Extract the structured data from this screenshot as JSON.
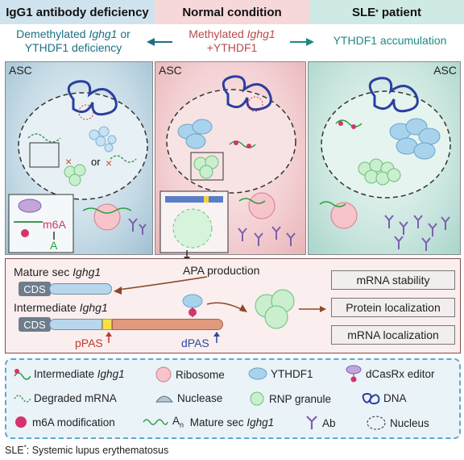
{
  "headers": {
    "left": "IgG1 antibody deficiency",
    "middle": "Normal condition",
    "right_main": "SLE",
    "right_sup": "*",
    "right_rest": " patient"
  },
  "subtitles": {
    "left_line1_pre": "Demethylated ",
    "left_line1_gene": "Ighg1",
    "left_line1_post": " or",
    "left_line2": "YTHDF1 deficiency",
    "middle_line1_pre": "Methylated ",
    "middle_line1_gene": "Ighg1",
    "middle_line2": "+YTHDF1",
    "right": "YTHDF1 accumulation"
  },
  "panels": {
    "asc_label": "ASC",
    "or_label": "or",
    "m6a_label": "m6A",
    "a_label": "A"
  },
  "mechanism": {
    "apa_production": "APA production",
    "mature_pre": "Mature sec ",
    "mature_gene": "Ighg1",
    "intermediate_gene": "Ighg1",
    "intermediate_pre": "Intermediate ",
    "cds": "CDS",
    "ppas": "pPAS",
    "dpas": "dPAS",
    "features": [
      "mRNA stability",
      "Protein localization",
      "mRNA localization"
    ]
  },
  "legend": {
    "intermediate_pre": "Intermediate ",
    "intermediate_gene": "Ighg1",
    "ribosome": "Ribosome",
    "ythdf1": "YTHDF1",
    "dcasrx": "dCasRx editor",
    "degraded": "Degraded mRNA",
    "nuclease": "Nuclease",
    "rnp": "RNP granule",
    "dna": "DNA",
    "m6a_mod": "m6A modification",
    "an_a": "A",
    "an_n": "n",
    "mature_pre": " Mature sec ",
    "mature_gene": "Ighg1",
    "ab": "Ab",
    "nucleus": "Nucleus"
  },
  "footnote": {
    "abbr": "SLE",
    "sup": "*",
    "text": ": Systemic lupus erythematosus"
  },
  "colors": {
    "left_header": "#cfe3ef",
    "middle_header": "#f6d7da",
    "right_header": "#cfe9e4",
    "m6a": "#d6336c",
    "ythdf1": "#a9d3ec",
    "rnp": "#c9efcf",
    "dna": "#2a3fa0",
    "antibody": "#7c5fb0"
  }
}
